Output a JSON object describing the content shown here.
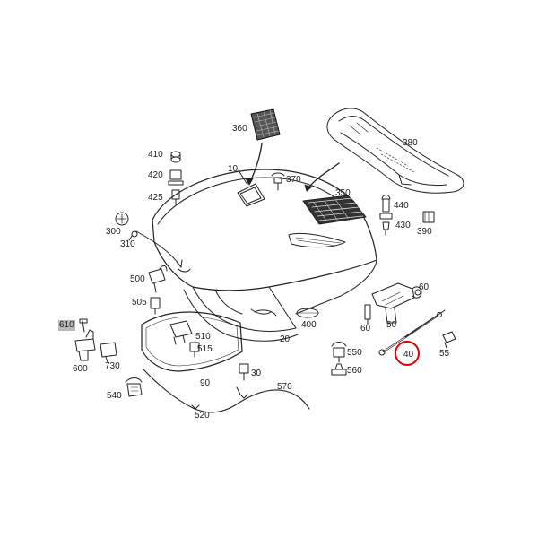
{
  "diagram": {
    "highlight_color": "#e00000",
    "highlighted_part": "40",
    "labels": {
      "p10": "10",
      "p20": "20",
      "p30": "30",
      "p40": "40",
      "p50": "50",
      "p55": "55",
      "p60a": "60",
      "p60b": "60",
      "p90": "90",
      "p300": "300",
      "p310": "310",
      "p350": "350",
      "p360": "360",
      "p370": "370",
      "p380": "380",
      "p390": "390",
      "p400": "400",
      "p410": "410",
      "p420": "420",
      "p425": "425",
      "p430": "430",
      "p440": "440",
      "p500": "500",
      "p505": "505",
      "p510": "510",
      "p515": "515",
      "p520": "520",
      "p540": "540",
      "p550": "550",
      "p560": "560",
      "p570": "570",
      "p600": "600",
      "p610": "610",
      "p730": "730"
    }
  }
}
